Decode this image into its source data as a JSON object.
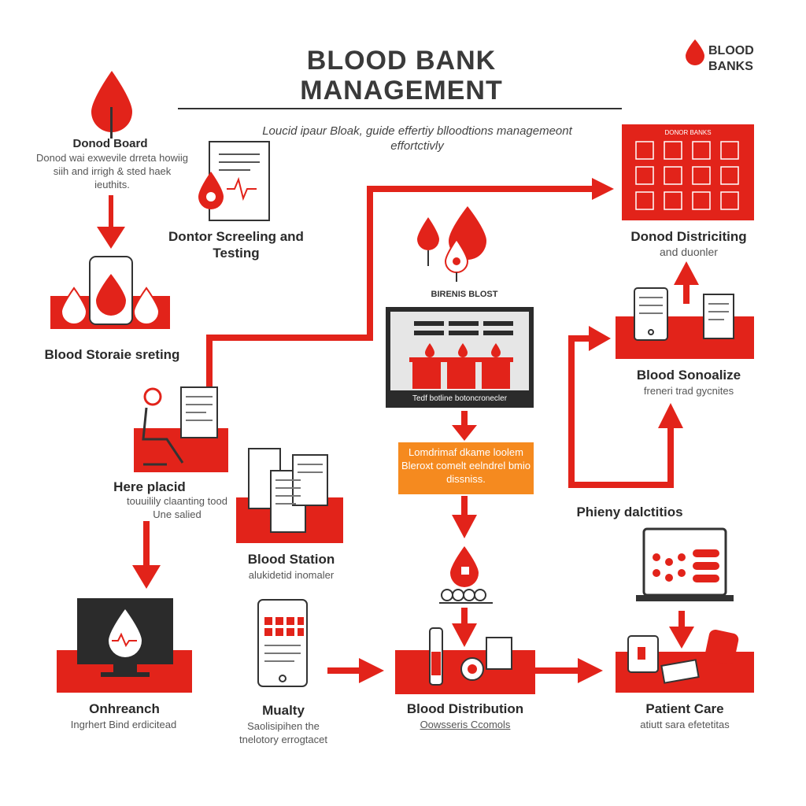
{
  "header": {
    "title_line1": "BLOOD BANK",
    "title_line2": "MANAGEMENT",
    "subtitle": "Loucid ipaur Bloak, guide effertiy blloodtions managemeont effortctivly",
    "brand_line1": "BLOOD",
    "brand_line2": "BANKS"
  },
  "nodes": {
    "donor_board": {
      "label": "Donod Board",
      "desc": "Donod wai exwevile drreta howiig siih and irrigh & sted haek ieuthits."
    },
    "donor_screening": {
      "label": "Dontor Screeling and Testing"
    },
    "blood_storage": {
      "label": "Blood Storaie sreting"
    },
    "here_placid": {
      "label": "Here placid",
      "desc": "touuilily claanting tood Une salied"
    },
    "blood_station": {
      "label": "Blood Station",
      "desc": "alukidetid inomaler"
    },
    "outreach": {
      "label": "Onhreanch",
      "desc": "Ingrhert Bind erdicitead"
    },
    "mualty": {
      "label": "Mualty",
      "desc": "Saolisipihen the tnelotory errogtacet"
    },
    "blood_distribution": {
      "label": "Blood Distribution",
      "desc": "Oowsseris Ccomols"
    },
    "patient_care": {
      "label": "Patient Care",
      "desc": "atiutt sara efetetitas"
    },
    "donor_distributing": {
      "label": "Donod Districiting",
      "desc": "and duonler"
    },
    "blood_sonoalize": {
      "label": "Blood Sonoalize",
      "desc": "freneri trad gycnites"
    },
    "phieny": {
      "label": "Phieny dalctitios"
    },
    "center": {
      "heading": "BIRENIS BLOST",
      "screen_caption": "Tedf botline botoncronecler",
      "orange_text": "Lomdrimaf dkame loolem Bleroxt comelt eelndrel bmio dissniss."
    },
    "grid_panel": {
      "heading": "DONOR BANKS"
    }
  },
  "colors": {
    "accent": "#e2231a",
    "orange": "#f58a1f",
    "dark": "#2b2b2b"
  }
}
